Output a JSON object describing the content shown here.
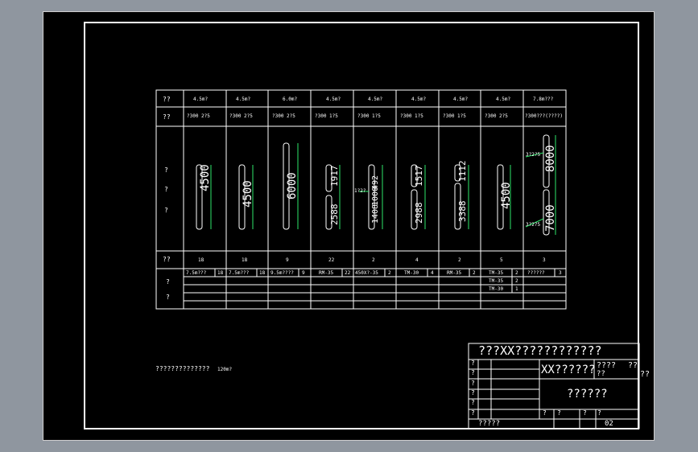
{
  "table": {
    "header_top": [
      "??",
      "4.5m?",
      "4.5m?",
      "6.0m?",
      "4.5m?",
      "4.5m?",
      "4.5m?",
      "4.5m?",
      "4.5m?",
      "7.8m???"
    ],
    "header_spec": [
      "??",
      "?300 2?5",
      "?300 2?5",
      "?300 2?5",
      "?300 1?5",
      "?300 1?5",
      "?300 1?5",
      "?300 1?5",
      "?300 2?5",
      "?300???(????)"
    ],
    "row_labels": [
      "?",
      "?",
      "?"
    ],
    "count_label": "??",
    "counts": [
      "18",
      "18",
      "9",
      "22",
      "2",
      "4",
      "2",
      "5",
      "3"
    ],
    "bottom_label_1": "?",
    "bottom_label_2": "?",
    "dims": {
      "c1": "4500",
      "c2": "4500",
      "c3": "6000",
      "c4a": "1917",
      "c4b": "2588",
      "c5a": "1000",
      "c5b": "1000",
      "c5c": "492",
      "c5d": "1408",
      "c5e": "1500",
      "c6a": "1517",
      "c6b": "2988",
      "c7a": "1112",
      "c7b": "3388",
      "c8": "4500",
      "c9a": "8000",
      "c9b": "7000",
      "c9_tag1": "3?2?5",
      "c9_tag2": "3?2?5",
      "c5_tag": "1?2?"
    },
    "parts": [
      {
        "name": "7.5m???",
        "qty": "18"
      },
      {
        "name": "7.5m???",
        "qty": "18"
      },
      {
        "name": "9.5m????",
        "qty": "9"
      },
      {
        "name": "RM-35",
        "qty": "22"
      },
      {
        "name": "450X?-35",
        "qty": "2"
      },
      {
        "name": "TM-30",
        "qty": "4"
      },
      {
        "name": "RM-35",
        "qty": "2"
      },
      {
        "name": "TM-35",
        "qty": "2"
      },
      {
        "name": "??????",
        "qty": "3"
      }
    ],
    "parts_extra": [
      {
        "name": "TM-35",
        "qty": "2"
      },
      {
        "name": "TM-30",
        "qty": "1"
      }
    ]
  },
  "note": {
    "text": "??????????????",
    "value": "120m?"
  },
  "title_block": {
    "main": "???XX????????????",
    "company": "XX??????",
    "field_a": "????",
    "field_b": "??",
    "field_c": "??",
    "outside": "??",
    "drawing_name": "??????",
    "left_rows": [
      "?",
      "?",
      "?",
      "?",
      "?",
      "?"
    ],
    "bottom_left": "?????",
    "bottom_cells": [
      "?",
      "?",
      "?",
      "?"
    ],
    "number": "02"
  }
}
